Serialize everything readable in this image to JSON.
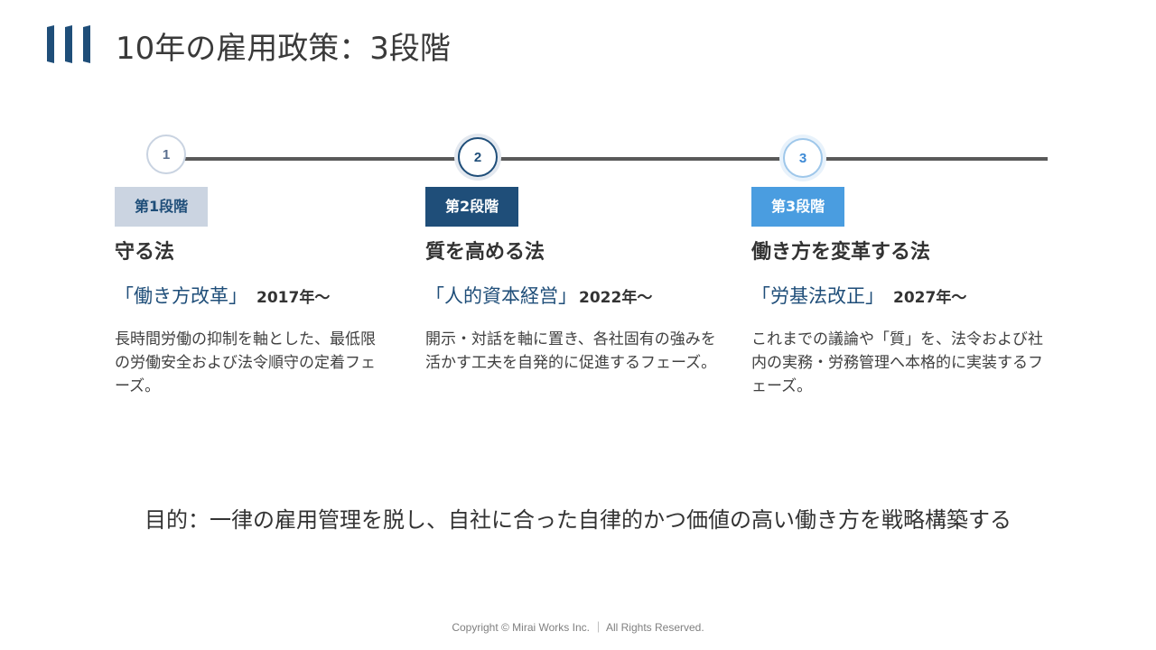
{
  "header": {
    "title": "10年の雇用政策：3段階",
    "brand_color": "#1f4e79"
  },
  "timeline": {
    "steps": [
      {
        "number": "1"
      },
      {
        "number": "2"
      },
      {
        "number": "3"
      }
    ]
  },
  "phases": [
    {
      "badge": "第1段階",
      "title": "守る法",
      "law": "「働き方改革」",
      "year": "2017年～",
      "description": "長時間労働の抑制を軸とした、最低限の労働安全および法令順守の定着フェーズ。",
      "color": "#cbd4e1"
    },
    {
      "badge": "第2段階",
      "title": "質を高める法",
      "law": "「人的資本経営」",
      "year": "2022年～",
      "description": "開示・対話を軸に置き、各社固有の強みを活かす工夫を自発的に促進するフェーズ。",
      "color": "#1f4e79"
    },
    {
      "badge": "第3段階",
      "title": "働き方を変革する法",
      "law": "「労基法改正」",
      "year": "2027年～",
      "description": "これまでの議論や「質」を、法令および社内の実務・労務管理へ本格的に実装するフェーズ。",
      "color": "#4a9de0"
    }
  ],
  "purpose": "目的：一律の雇用管理を脱し、自社に合った自律的かつ価値の高い働き方を戦略構築する",
  "footer": {
    "copyright": "Copyright © Mirai Works Inc. ｜ All Rights Reserved."
  }
}
